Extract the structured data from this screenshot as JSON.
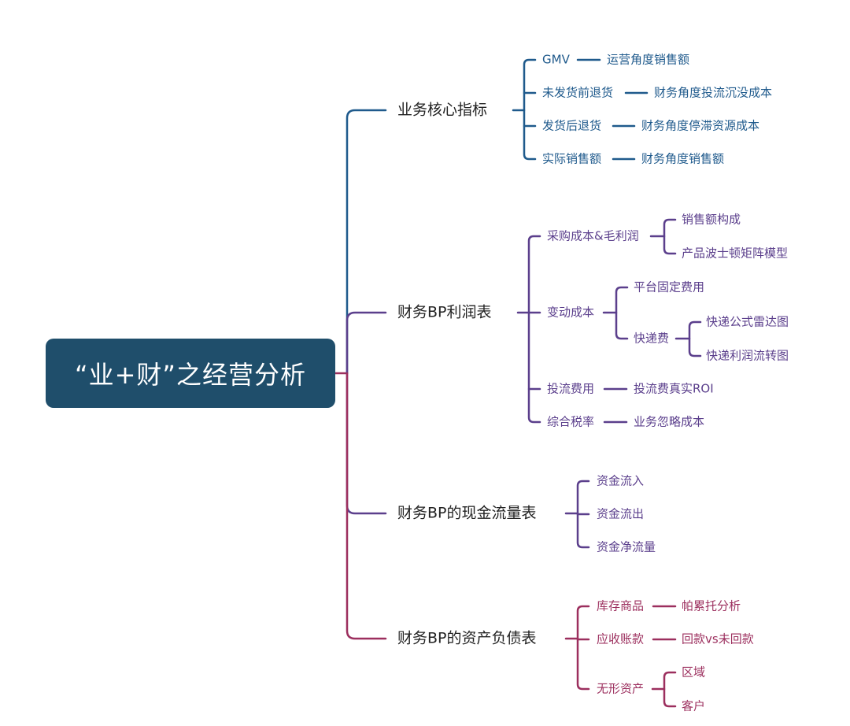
{
  "root": {
    "label": "“业+财”之经营分析"
  },
  "colors": {
    "root_bg": "#1f4e6b",
    "blue": "#1f5a8c",
    "purple": "#5b3f8c",
    "crimson": "#9c2f5e"
  },
  "branches": [
    {
      "label": "业务核心指标",
      "color": "blue",
      "children": [
        {
          "label": "GMV",
          "children": [
            {
              "label": "运营角度销售额"
            }
          ]
        },
        {
          "label": "未发货前退货",
          "children": [
            {
              "label": "财务角度投流沉没成本"
            }
          ]
        },
        {
          "label": "发货后退货",
          "children": [
            {
              "label": "财务角度停滞资源成本"
            }
          ]
        },
        {
          "label": "实际销售额",
          "children": [
            {
              "label": "财务角度销售额"
            }
          ]
        }
      ]
    },
    {
      "label": "财务BP利润表",
      "color": "purple",
      "children": [
        {
          "label": "采购成本&毛利润",
          "children": [
            {
              "label": "销售额构成"
            },
            {
              "label": "产品波士顿矩阵模型"
            }
          ]
        },
        {
          "label": "变动成本",
          "children": [
            {
              "label": "平台固定费用"
            },
            {
              "label": "快递费",
              "children": [
                {
                  "label": "快递公式雷达图"
                },
                {
                  "label": "快递利润流转图"
                }
              ]
            }
          ]
        },
        {
          "label": "投流费用",
          "children": [
            {
              "label": "投流费真实ROI"
            }
          ]
        },
        {
          "label": "综合税率",
          "children": [
            {
              "label": "业务忽略成本"
            }
          ]
        }
      ]
    },
    {
      "label": "财务BP的现金流量表",
      "color": "purple",
      "children": [
        {
          "label": "资金流入"
        },
        {
          "label": "资金流出"
        },
        {
          "label": "资金净流量"
        }
      ]
    },
    {
      "label": "财务BP的资产负债表",
      "color": "crimson",
      "children": [
        {
          "label": "库存商品",
          "children": [
            {
              "label": "帕累托分析"
            }
          ]
        },
        {
          "label": "应收账款",
          "children": [
            {
              "label": "回款vs未回款"
            }
          ]
        },
        {
          "label": "无形资产",
          "children": [
            {
              "label": "区域"
            },
            {
              "label": "客户"
            }
          ]
        }
      ]
    }
  ]
}
